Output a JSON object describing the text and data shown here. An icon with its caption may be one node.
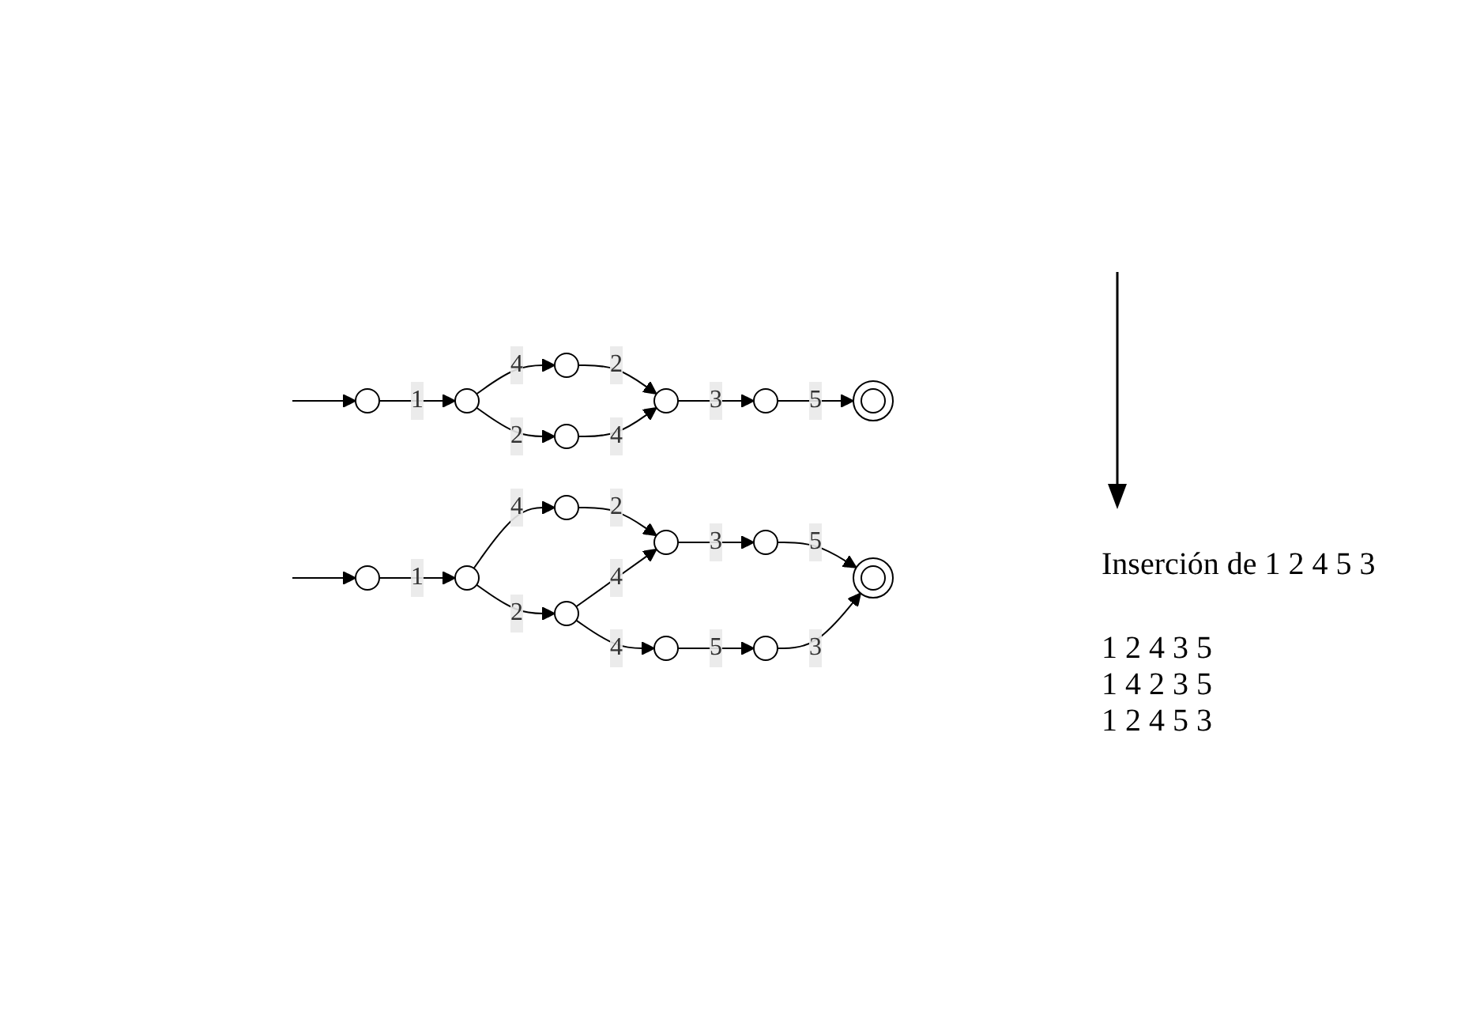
{
  "diagram": {
    "nodes": [
      {
        "text": [],
        "shape": "circle"
      },
      {
        "text": [],
        "shape": "circle"
      },
      {
        "text": [],
        "shape": "circle"
      },
      {
        "text": [],
        "shape": "circle"
      },
      {
        "text": [],
        "shape": "circle"
      },
      {
        "text": [],
        "shape": "circle"
      },
      {
        "text": [],
        "shape": "doublecircle"
      },
      {
        "text": [],
        "shape": "circle"
      },
      {
        "text": [],
        "shape": "circle"
      },
      {
        "text": [],
        "shape": "circle"
      },
      {
        "text": [],
        "shape": "circle"
      },
      {
        "text": [],
        "shape": "circle"
      },
      {
        "text": [],
        "shape": "circle"
      },
      {
        "text": [],
        "shape": "circle"
      },
      {
        "text": [],
        "shape": "circle"
      },
      {
        "text": [],
        "shape": "doublecircle"
      }
    ],
    "edges": [
      {
        "from": null,
        "to": 0,
        "arrow": "to"
      },
      {
        "from": 0,
        "to": 1,
        "arrow": "to",
        "label": "1"
      },
      {
        "from": 1,
        "to": 2,
        "arrow": "to",
        "label": "4"
      },
      {
        "from": 1,
        "to": 3,
        "arrow": "to",
        "label": "2"
      },
      {
        "from": 2,
        "to": 4,
        "arrow": "to",
        "label": "2"
      },
      {
        "from": 3,
        "to": 4,
        "arrow": "to",
        "label": "4"
      },
      {
        "from": 4,
        "to": 5,
        "arrow": "to",
        "label": "3"
      },
      {
        "from": 5,
        "to": 6,
        "arrow": "to",
        "label": "5"
      },
      {
        "from": null,
        "to": 7,
        "arrow": "to"
      },
      {
        "from": 7,
        "to": 8,
        "arrow": "to",
        "label": "1"
      },
      {
        "from": 8,
        "to": 9,
        "arrow": "to",
        "label": "4"
      },
      {
        "from": 8,
        "to": 10,
        "arrow": "to",
        "label": "2"
      },
      {
        "from": 9,
        "to": 11,
        "arrow": "to",
        "label": "2"
      },
      {
        "from": 10,
        "to": 11,
        "arrow": "to",
        "label": "4"
      },
      {
        "from": 10,
        "to": 13,
        "arrow": "to",
        "label": "4"
      },
      {
        "from": 11,
        "to": 12,
        "arrow": "to",
        "label": "3"
      },
      {
        "from": 12,
        "to": 15,
        "arrow": "to",
        "label": "5"
      },
      {
        "from": 13,
        "to": 14,
        "arrow": "to",
        "label": "5"
      },
      {
        "from": 14,
        "to": 15,
        "arrow": "to",
        "label": "3"
      }
    ],
    "labels": [
      "Inserción de 1 2 4 5 3",
      "1 2 4 3 5",
      "1 4 2 3 5",
      "1 2 4 5 3"
    ]
  }
}
